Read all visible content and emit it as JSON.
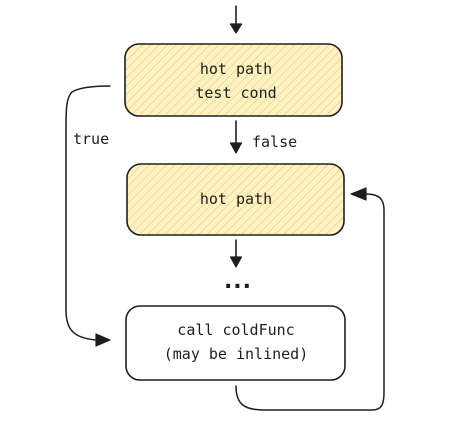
{
  "nodes": {
    "test_cond": {
      "line1": "hot path",
      "line2": "test cond"
    },
    "hot_path": {
      "label": "hot path"
    },
    "ellipsis": {
      "label": "..."
    },
    "call_cold": {
      "line1": "call coldFunc",
      "line2": "(may be inlined)"
    }
  },
  "edges": {
    "true_label": "true",
    "false_label": "false"
  },
  "colors": {
    "stroke": "#1e1e1e",
    "hot_fill": "#fff3c4",
    "hatch": "#e9c46a",
    "cold_fill": "#ffffff"
  }
}
